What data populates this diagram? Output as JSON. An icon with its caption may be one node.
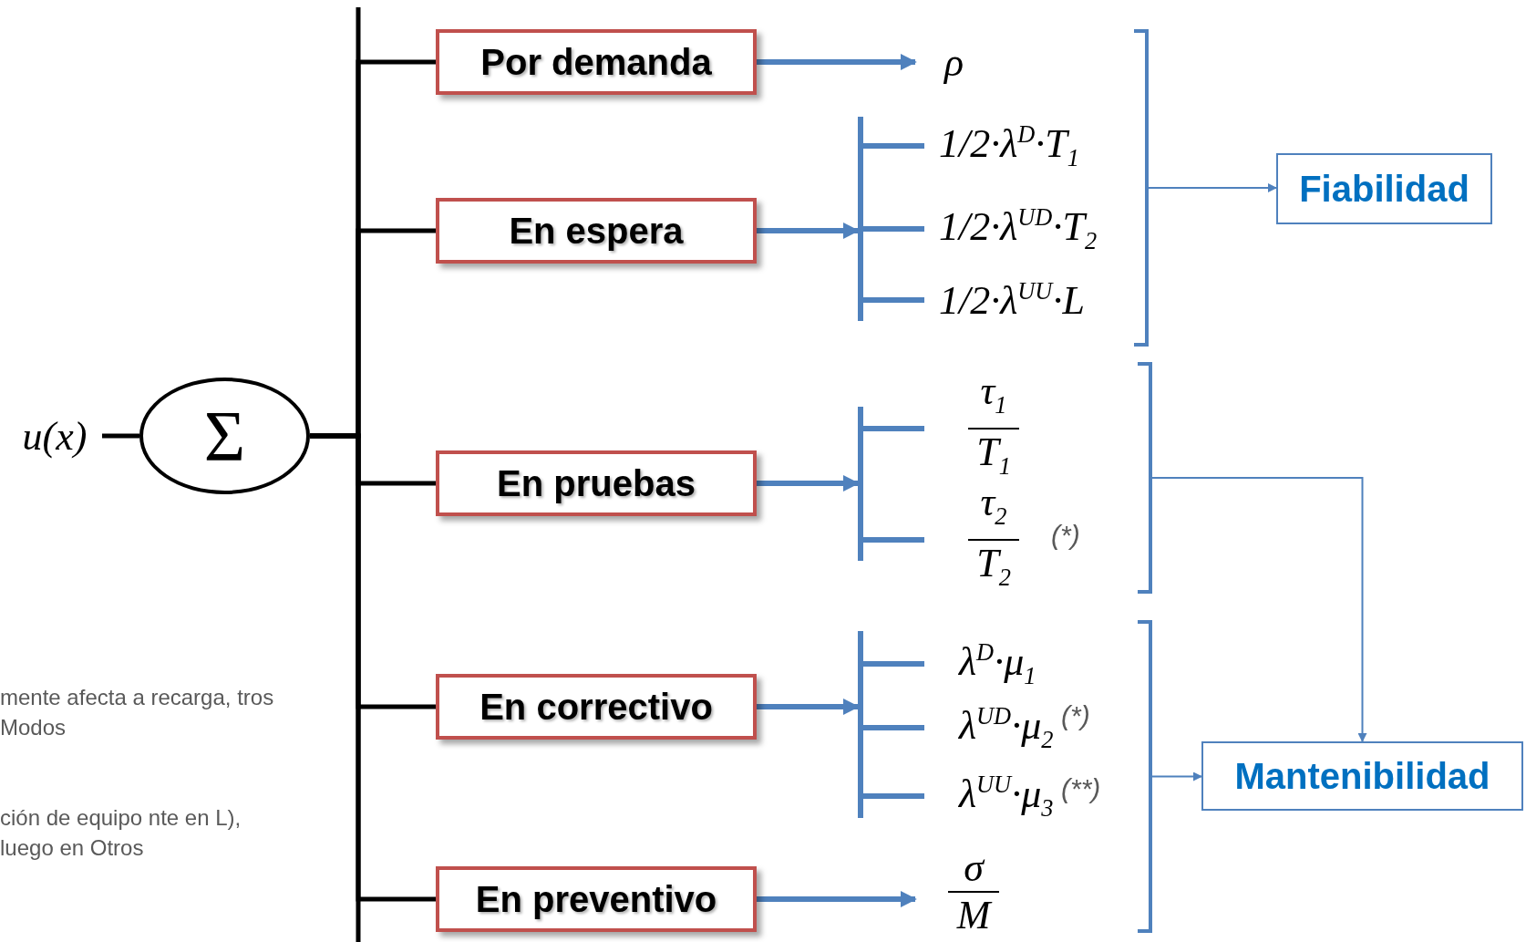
{
  "diagram": {
    "nodes": [
      {
        "text": [
          "u(x)"
        ]
      },
      {
        "text": [
          "Σ"
        ]
      },
      {
        "text": [
          "Por demanda"
        ]
      },
      {
        "text": [
          "En espera"
        ]
      },
      {
        "text": [
          "En pruebas"
        ]
      },
      {
        "text": [
          "En correctivo"
        ]
      },
      {
        "text": [
          "En preventivo"
        ]
      },
      {
        "text": [
          "ρ"
        ]
      },
      {
        "text": [
          "1/2·λ$^{D}$·T$_{1}$"
        ]
      },
      {
        "text": [
          "1/2·λ$^{UD}$·T$_{2}$"
        ]
      },
      {
        "text": [
          "1/2·λ$^{UU}$·L"
        ]
      },
      {
        "text": [
          "τ$_{1}$",
          "T$_{1}$"
        ]
      },
      {
        "text": [
          "τ$_{2}$",
          "T$_{2}$"
        ],
        "beside": [
          "(*)"
        ]
      },
      {
        "text": [
          "λ$^{D}$·μ$_{1}$"
        ]
      },
      {
        "text": [
          "λ$^{UD}$·μ$_{2}$"
        ],
        "beside": [
          "(*)"
        ]
      },
      {
        "text": [
          "λ$^{UU}$·μ$_{3}$"
        ],
        "beside": [
          "(**)"
        ]
      },
      {
        "text": [
          "σ",
          "M"
        ]
      },
      {
        "text": [
          "Fiabilidad"
        ]
      },
      {
        "text": [
          "Mantenibilidad"
        ]
      },
      {
        "text": [],
        "shape": "bracket"
      },
      {
        "text": [],
        "shape": "bracket"
      },
      {
        "text": [],
        "shape": "bracket"
      },
      {
        "text": [],
        "shape": "bracket"
      },
      {
        "text": [],
        "shape": "bracket"
      },
      {
        "text": [],
        "shape": "bracket"
      }
    ],
    "edges": [
      {
        "from": 0,
        "to": 1,
        "arrow": "none",
        "color": "#000000"
      },
      {
        "from": 1,
        "to": 2,
        "arrow": "none",
        "color": "#000000"
      },
      {
        "from": 1,
        "to": 3,
        "arrow": "none",
        "color": "#000000"
      },
      {
        "from": 1,
        "to": 4,
        "arrow": "none",
        "color": "#000000"
      },
      {
        "from": 1,
        "to": 5,
        "arrow": "none",
        "color": "#000000"
      },
      {
        "from": 1,
        "to": 6,
        "arrow": "none",
        "color": "#000000"
      },
      {
        "from": 2,
        "to": 7,
        "arrow": "to"
      },
      {
        "from": 3,
        "to": 19,
        "arrow": "to"
      },
      {
        "from": 19,
        "to": 8,
        "arrow": "none"
      },
      {
        "from": 19,
        "to": 9,
        "arrow": "none"
      },
      {
        "from": 19,
        "to": 10,
        "arrow": "none"
      },
      {
        "from": 4,
        "to": 20,
        "arrow": "to"
      },
      {
        "from": 20,
        "to": 11,
        "arrow": "none"
      },
      {
        "from": 20,
        "to": 12,
        "arrow": "none"
      },
      {
        "from": 5,
        "to": 21,
        "arrow": "to"
      },
      {
        "from": 21,
        "to": 13,
        "arrow": "none"
      },
      {
        "from": 21,
        "to": 14,
        "arrow": "none"
      },
      {
        "from": 21,
        "to": 15,
        "arrow": "none"
      },
      {
        "from": 6,
        "to": 16,
        "arrow": "to"
      },
      {
        "from": 22,
        "to": 17,
        "arrow": "to"
      },
      {
        "from": 23,
        "to": 18,
        "arrow": "to"
      },
      {
        "from": 24,
        "to": 18,
        "arrow": "to"
      }
    ],
    "labels": [
      "mente afecta a recarga, tros Modos",
      "ción de equipo nte en L), luego en Otros"
    ]
  }
}
